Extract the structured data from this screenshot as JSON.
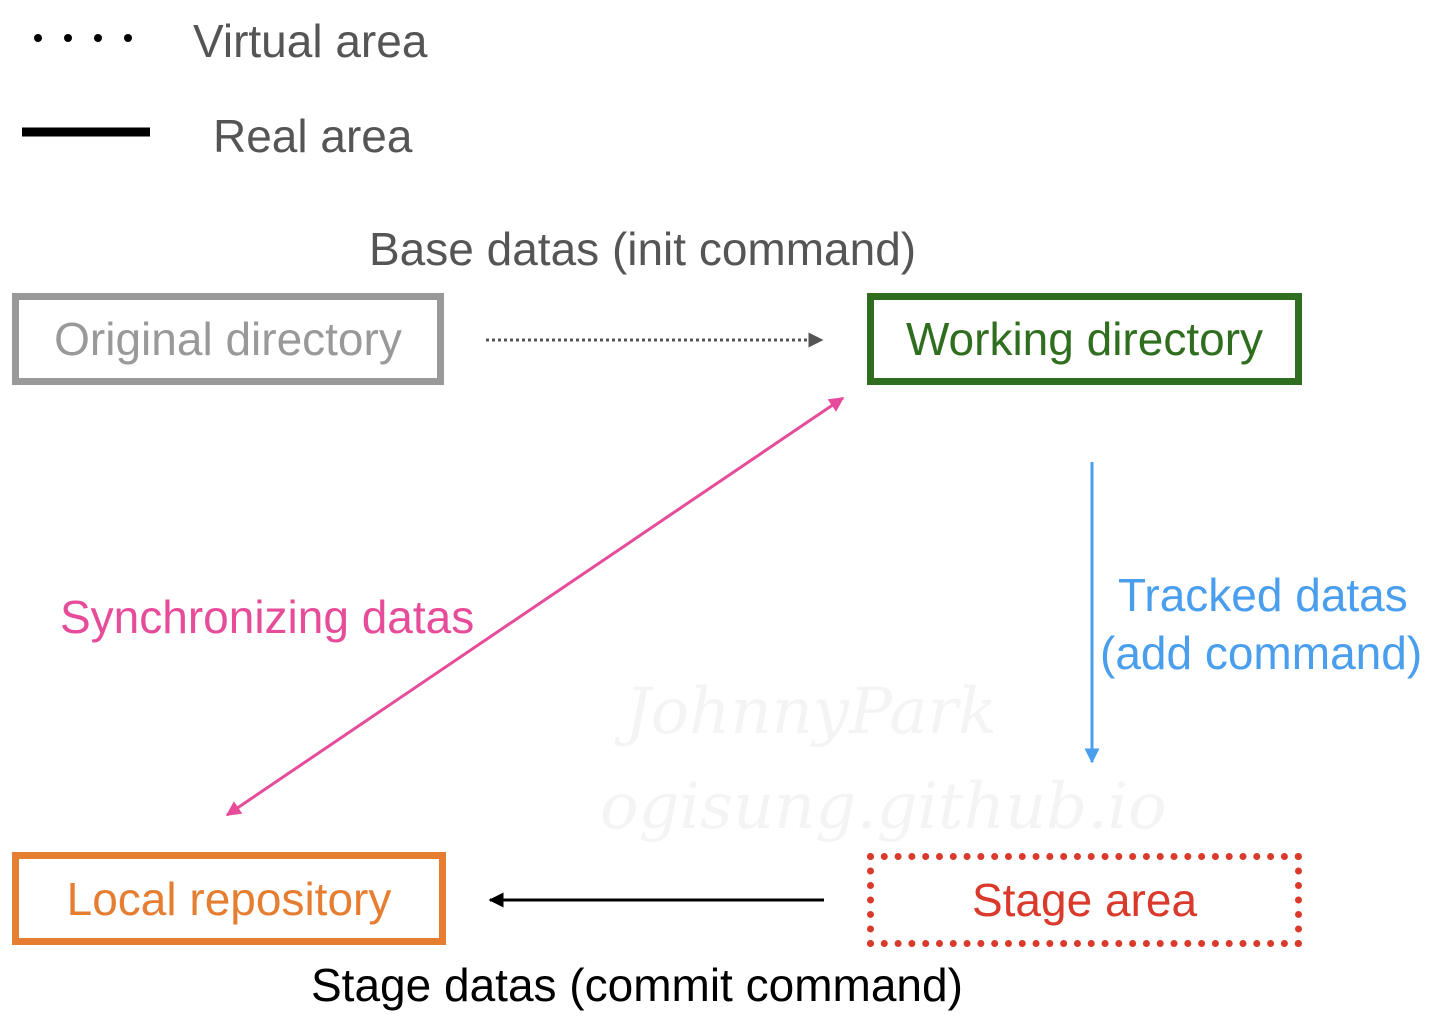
{
  "legend": {
    "virtual_label": "Virtual area",
    "real_label": "Real area"
  },
  "nodes": {
    "original": {
      "label": "Original directory",
      "color": "#999999",
      "style": "solid"
    },
    "working": {
      "label": "Working directory",
      "color": "#2f6e1e",
      "style": "solid"
    },
    "local": {
      "label": "Local repository",
      "color": "#e67e32",
      "style": "solid"
    },
    "stage": {
      "label": "Stage area",
      "color": "#d93a2b",
      "style": "dotted"
    }
  },
  "edges": {
    "base": {
      "from": "Original directory",
      "to": "Working directory",
      "label": "Base datas (init command)",
      "color": "#555555",
      "style": "dotted"
    },
    "tracked": {
      "from": "Working directory",
      "to": "Stage area",
      "label_line1": "Tracked datas",
      "label_line2": "(add command)",
      "color": "#4a9eee",
      "style": "solid"
    },
    "stage_commit": {
      "from": "Stage area",
      "to": "Local repository",
      "label": "Stage datas (commit command)",
      "color": "#000000",
      "style": "solid"
    },
    "sync": {
      "between": [
        "Local repository",
        "Working directory"
      ],
      "label": "Synchronizing datas",
      "color": "#e64c9a",
      "style": "solid",
      "direction": "bidirectional"
    }
  },
  "watermark": {
    "line1": "JohnnyPark",
    "line2": "ogisung.github.io"
  }
}
